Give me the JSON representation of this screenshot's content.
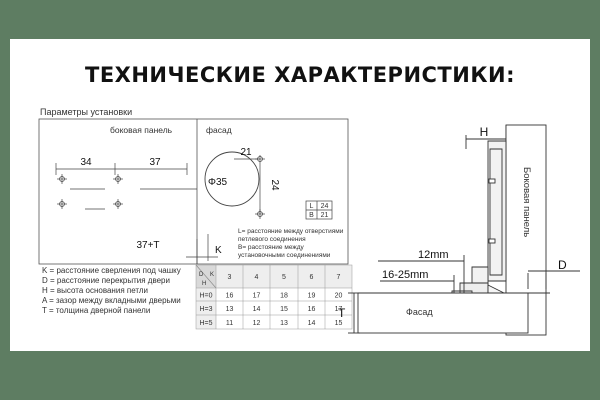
{
  "title": "ТЕХНИЧЕСКИЕ ХАРАКТЕРИСТИКИ:",
  "left_panel": {
    "heading": "Параметры установки",
    "side_panel_label": "боковая панель",
    "facade_label": "фасад",
    "dim_34": "34",
    "dim_37": "37",
    "dim_37t": "37+T",
    "dim_k": "K",
    "dim_21": "21",
    "dim_phi35": "Φ35",
    "dim_24": "24",
    "lb_table": {
      "rows": [
        {
          "label": "L",
          "value": "24"
        },
        {
          "label": "B",
          "value": "21"
        }
      ]
    },
    "lb_note": [
      "L= расстояние между отверстиями",
      "петлевого соединения",
      "B= расстояние между",
      "установочными соединениями"
    ],
    "legend": [
      "K = расстояние сверления под чашку",
      "D = расстояние перекрытия двери",
      "H = высота основания петли",
      "A = зазор между вкладными дверьми",
      "T = толщина дверной панели"
    ],
    "table": {
      "corner_top": "D",
      "corner_mid": "K",
      "corner_bottom": "H",
      "headers": [
        "3",
        "4",
        "5",
        "6",
        "7"
      ],
      "rows": [
        {
          "label": "H=0",
          "values": [
            "16",
            "17",
            "18",
            "19",
            "20"
          ]
        },
        {
          "label": "H=3",
          "values": [
            "13",
            "14",
            "15",
            "16",
            "17"
          ]
        },
        {
          "label": "H=5",
          "values": [
            "11",
            "12",
            "13",
            "14",
            "15"
          ]
        }
      ]
    }
  },
  "right_diagram": {
    "h_label": "H",
    "side_panel_vertical": "Боковая панель",
    "dim_12mm": "12mm",
    "dim_16_25mm": "16-25mm",
    "d_label": "D",
    "t_label": "T",
    "facade_label": "Фасад"
  },
  "colors": {
    "background": "#5e7d62",
    "card": "#ffffff",
    "line": "#333333"
  }
}
